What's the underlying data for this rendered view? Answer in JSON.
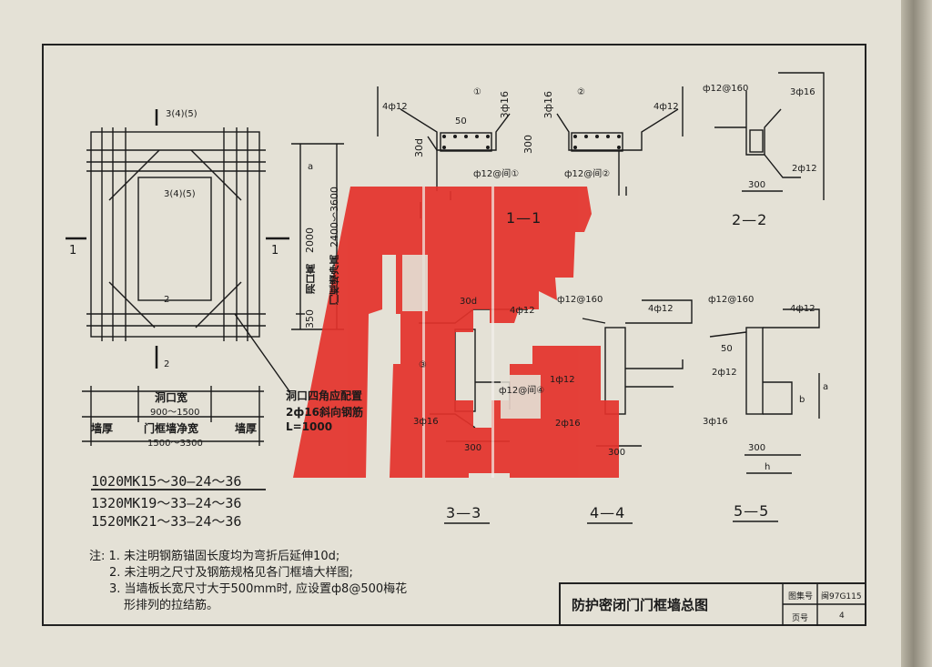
{
  "elevation": {
    "sec_mark_top": "3(4)(5)",
    "sec_mark_mid": "3(4)(5)",
    "sec_mark_bottom_a": "2",
    "sec_mark_bottom_b": "2",
    "side_mark_left": "1",
    "side_mark_right": "1",
    "dim_a": "a",
    "dim_height": "2400～3600",
    "dim_2000": "2000",
    "dim_350": "350",
    "label_opening_height": "洞口高",
    "label_frame_height": "门框墙净高",
    "label_opening_width": "洞口宽",
    "dim_opening_width": "900～1500",
    "label_wall_thickness_left": "墙厚",
    "label_frame_width": "门框墙净宽",
    "dim_frame_width": "1500～3300",
    "label_wall_thickness_right": "墙厚",
    "corner_note_1": "洞口四角应配置",
    "corner_note_2": "2ф16斜向钢筋",
    "corner_note_3": "L=1000"
  },
  "models": [
    "1020MK15～30—24～36",
    "1320MK19～33—24～36",
    "1520MK21～33—24～36"
  ],
  "section_1": {
    "title": "1—1",
    "bar_left": "4ф12",
    "bar_mid_l": "3ф16",
    "bar_mid_r": "3ф16",
    "bar_right": "4ф12",
    "dim_50": "50",
    "dim_30d": "30d",
    "dim_300": "300",
    "stirrup_l": "ф12@间①",
    "stirrup_r": "ф12@间②",
    "circle_1": "①",
    "circle_2": "②"
  },
  "section_2": {
    "title": "2—2",
    "bar_top": "ф12@160",
    "bar_right": "3ф16",
    "bar_low": "2ф12",
    "dim_300": "300"
  },
  "section_3": {
    "title": "3—3",
    "dim_30d": "30d",
    "bar_top": "4ф12",
    "stirrup": "ф12@间④",
    "bar_bottom": "3ф16",
    "dim_300": "300",
    "circle_3": "③"
  },
  "section_4": {
    "title": "4—4",
    "bar_top_l": "ф12@160",
    "bar_top_r": "4ф12",
    "bar_mid": "1ф12",
    "bar_low": "2ф16",
    "dim_300": "300"
  },
  "section_5": {
    "title": "5—5",
    "bar_top_l": "ф12@160",
    "bar_top_r": "4ф12",
    "bar_mid": "2ф12",
    "bar_low": "3ф16",
    "dim_a": "a",
    "dim_b": "b",
    "dim_h": "h",
    "dim_300": "300",
    "dim_50": "50"
  },
  "notes": {
    "n1": "注: 1. 未注明钢筋锚固长度均为弯折后延伸10d;",
    "n2": "2. 未注明之尺寸及钢筋规格见各门框墙大样图;",
    "n3": "3. 当墙板长宽尺寸大于500mm时, 应设置ф8@500梅花",
    "n3b": "形排列的拉结筋。"
  },
  "title_block": {
    "title": "防护密闭门门框墙总图",
    "atlas_label": "图集号",
    "atlas_no": "闽97G115",
    "page_label": "页号",
    "page_no": "4"
  },
  "colors": {
    "stamp_red": "#e4322b",
    "ink": "#1a1a1a",
    "paper": "#e4e1d6"
  }
}
